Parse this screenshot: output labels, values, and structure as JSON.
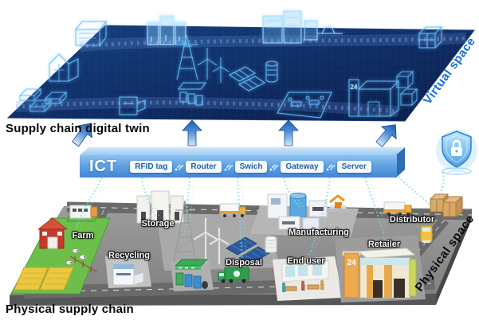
{
  "diagram": {
    "virtual": {
      "caption": "Supply chain digital twin",
      "side_label": "Virtual space",
      "retailer_sign": "24"
    },
    "ict": {
      "title": "ICT",
      "devices": [
        "RFID tag",
        "Router",
        "Swich",
        "Gateway",
        "Server"
      ]
    },
    "physical": {
      "caption": "Physical supply chain",
      "side_label": "Physical space",
      "retailer_sign": "24",
      "labels": {
        "farm": "Farm",
        "storage": "Storage",
        "recycling": "Recycling",
        "disposal": "Disposal",
        "manufacturing": "Manufacturing",
        "end_user": "End user",
        "distributor": "Distributor",
        "retailer": "Retailer"
      }
    },
    "colors": {
      "virtual_platform": "#0d2a63",
      "wireframe": "#5fc1ff",
      "ict_bar": "#5a9fe3",
      "arrow": "#2f6fc4",
      "data_stream": "#7fd6e4",
      "platform_gray": "#8f8f8f",
      "virtual_label": "#1a6fd2"
    }
  }
}
